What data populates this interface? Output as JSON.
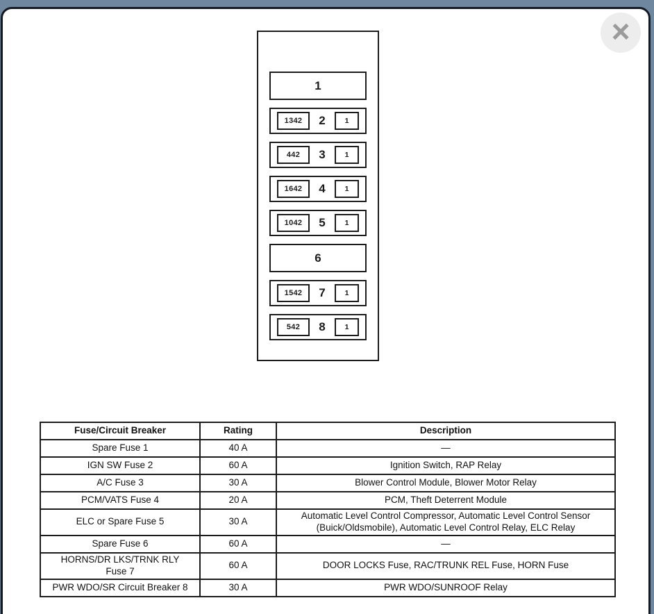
{
  "colors": {
    "backdrop": "#70889f",
    "card_bg": "#ffffff",
    "card_border": "#131a23",
    "diagram_line": "#1b1b1b",
    "close_button_bg": "#ededed",
    "close_button_glyph": "#9b9b9b"
  },
  "overlay": {
    "close_icon": "×"
  },
  "diagram": {
    "slots": [
      {
        "type": "wide",
        "number": "1",
        "left_label": "",
        "right_label": ""
      },
      {
        "type": "fuse",
        "number": "2",
        "left_label": "1342",
        "right_label": "1"
      },
      {
        "type": "fuse",
        "number": "3",
        "left_label": "442",
        "right_label": "1"
      },
      {
        "type": "fuse",
        "number": "4",
        "left_label": "1642",
        "right_label": "1"
      },
      {
        "type": "fuse",
        "number": "5",
        "left_label": "1042",
        "right_label": "1"
      },
      {
        "type": "wide",
        "number": "6",
        "left_label": "",
        "right_label": ""
      },
      {
        "type": "fuse",
        "number": "7",
        "left_label": "1542",
        "right_label": "1"
      },
      {
        "type": "fuse",
        "number": "8",
        "left_label": "542",
        "right_label": "1"
      }
    ]
  },
  "table": {
    "headers": [
      "Fuse/Circuit Breaker",
      "Rating",
      "Description"
    ],
    "rows": [
      {
        "name": "Spare Fuse 1",
        "rating": "40 A",
        "description": "—",
        "desc_align": "center"
      },
      {
        "name": "IGN SW Fuse 2",
        "rating": "60 A",
        "description": "Ignition Switch, RAP Relay"
      },
      {
        "name": "A/C Fuse 3",
        "rating": "30 A",
        "description": "Blower Control Module, Blower Motor Relay"
      },
      {
        "name": "PCM/VATS Fuse 4",
        "rating": "20 A",
        "description": "PCM, Theft Deterrent Module"
      },
      {
        "name": "ELC or Spare Fuse 5",
        "rating": "30 A",
        "description": "Automatic Level Control Compressor, Automatic Level Control Sensor (Buick/Oldsmobile), Automatic Level Control Relay, ELC Relay"
      },
      {
        "name": "Spare Fuse 6",
        "rating": "60 A",
        "description": "—",
        "desc_align": "center"
      },
      {
        "name": "HORNS/DR LKS/TRNK RLY\nFuse 7",
        "rating": "60 A",
        "description": "DOOR LOCKS Fuse, RAC/TRUNK REL Fuse, HORN Fuse"
      },
      {
        "name": "PWR WDO/SR Circuit Breaker 8",
        "rating": "30 A",
        "description": "PWR WDO/SUNROOF Relay"
      }
    ]
  }
}
